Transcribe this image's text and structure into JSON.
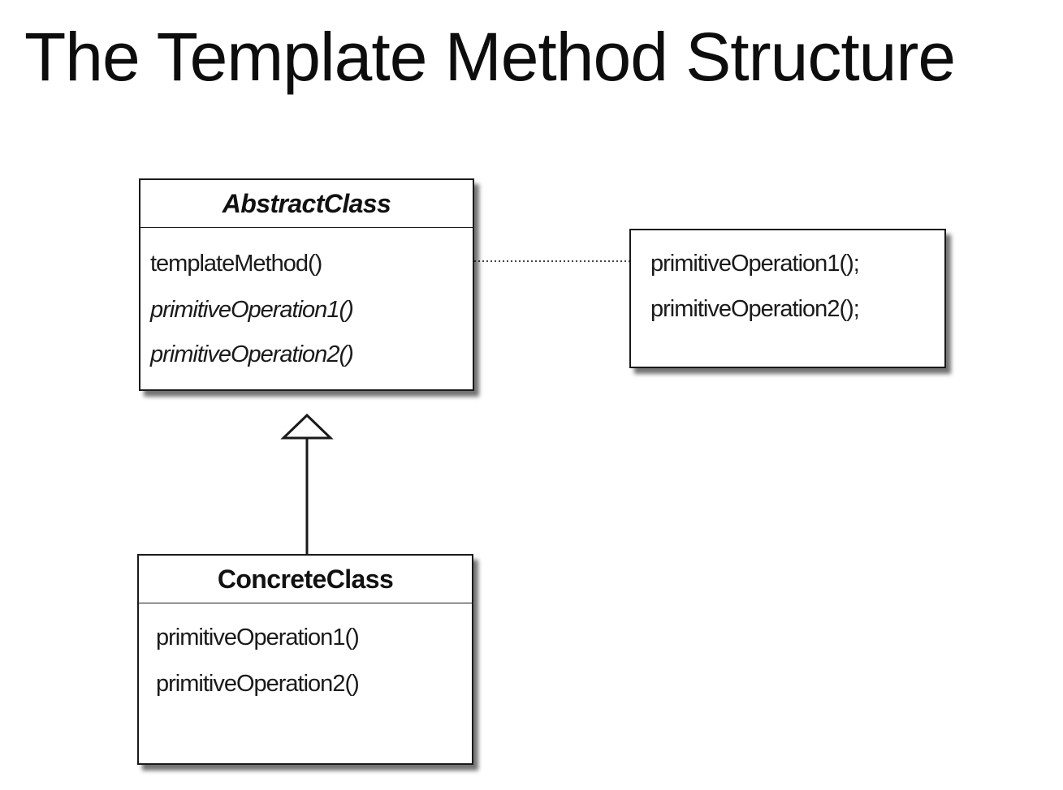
{
  "title": "The Template Method Structure",
  "abstract_class": {
    "name": "AbstractClass",
    "operations": [
      {
        "label": "templateMethod()",
        "italic": false
      },
      {
        "label": "primitiveOperation1()",
        "italic": true
      },
      {
        "label": "primitiveOperation2()",
        "italic": true
      }
    ]
  },
  "note": {
    "lines": [
      "primitiveOperation1();",
      "primitiveOperation2();"
    ]
  },
  "concrete_class": {
    "name": "ConcreteClass",
    "operations": [
      {
        "label": "primitiveOperation1()",
        "italic": false
      },
      {
        "label": "primitiveOperation2()",
        "italic": false
      }
    ]
  },
  "colors": {
    "line": "#1a1a1a",
    "background": "#ffffff"
  }
}
